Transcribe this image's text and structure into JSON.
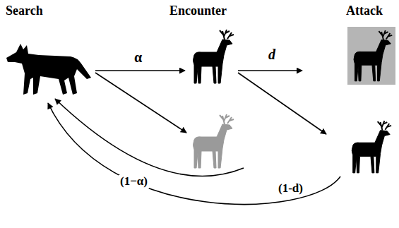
{
  "diagram": {
    "labels": [
      "Search",
      "Encounter",
      "Attack",
      "α",
      "d",
      "(1−α)",
      "(1-d)"
    ]
  }
}
